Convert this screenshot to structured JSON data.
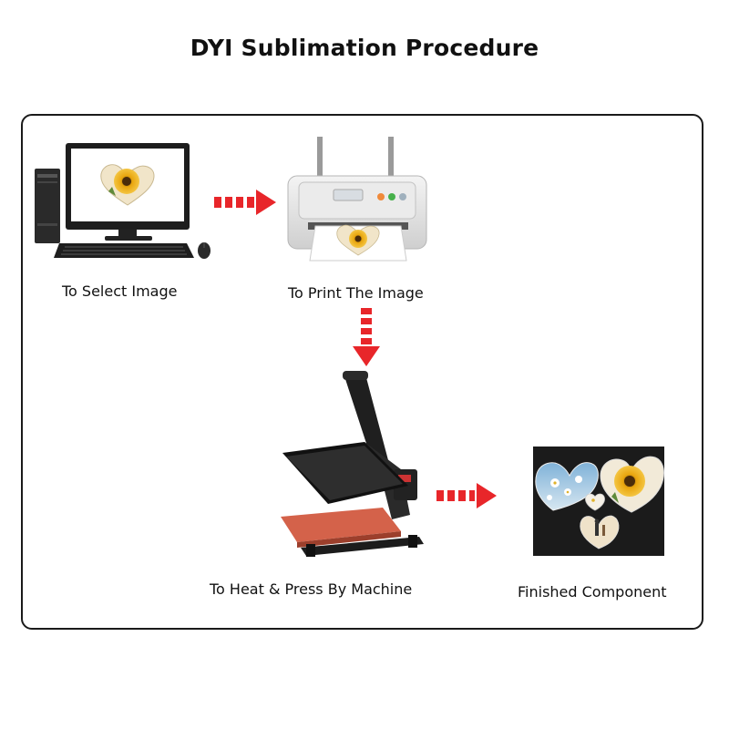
{
  "title": "DYI Sublimation Procedure",
  "steps": [
    {
      "label": "To Select Image"
    },
    {
      "label": "To Print The Image"
    },
    {
      "label": "To Heat & Press By Machine"
    },
    {
      "label": "Finished Component"
    }
  ],
  "colors": {
    "arrow": "#e8262a",
    "press_plate": "#d4624a",
    "background": "#ffffff",
    "frame": "#1a1a1a"
  },
  "icons": [
    "computer-icon",
    "printer-icon",
    "heat-press-icon",
    "finished-photo"
  ]
}
